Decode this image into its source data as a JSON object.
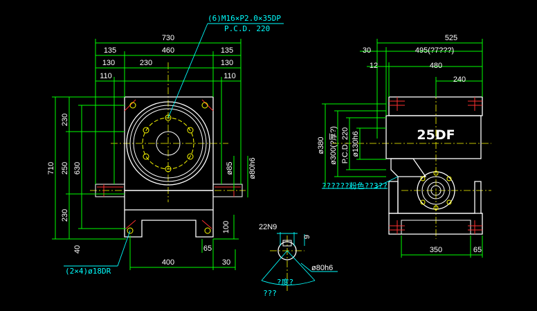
{
  "drawing": {
    "front_view": {
      "dims_top": [
        "730",
        "135",
        "460",
        "135",
        "130",
        "230",
        "130",
        "110",
        "110"
      ],
      "dims_left": [
        "710",
        "230",
        "250",
        "630",
        "230",
        "40"
      ],
      "dims_right": [
        "ø85",
        "ø80h6",
        "100",
        "65"
      ],
      "dims_bottom": [
        "400",
        "30"
      ],
      "callout_bolt": "(6)M16×P2.0×35DP",
      "callout_pcd": "P.C.D. 220",
      "callout_holes": "(2×4)ø18DR"
    },
    "side_view": {
      "dims_top": [
        "525",
        "30",
        "495(?7???)",
        "12",
        "480",
        "240"
      ],
      "dims_left": [
        "ø380",
        "ø300(?厚?)",
        "P.C.D. 220",
        "ø130h6"
      ],
      "dims_bottom": [
        "350",
        "65"
      ],
      "model_label": "25DF",
      "note": "??????粉色??3??"
    },
    "shaft_detail": {
      "keyway": "22N9",
      "key_depth": "9",
      "diameter": "ø80h6",
      "angle_note": "?度?",
      "bottom_note": "???"
    }
  }
}
